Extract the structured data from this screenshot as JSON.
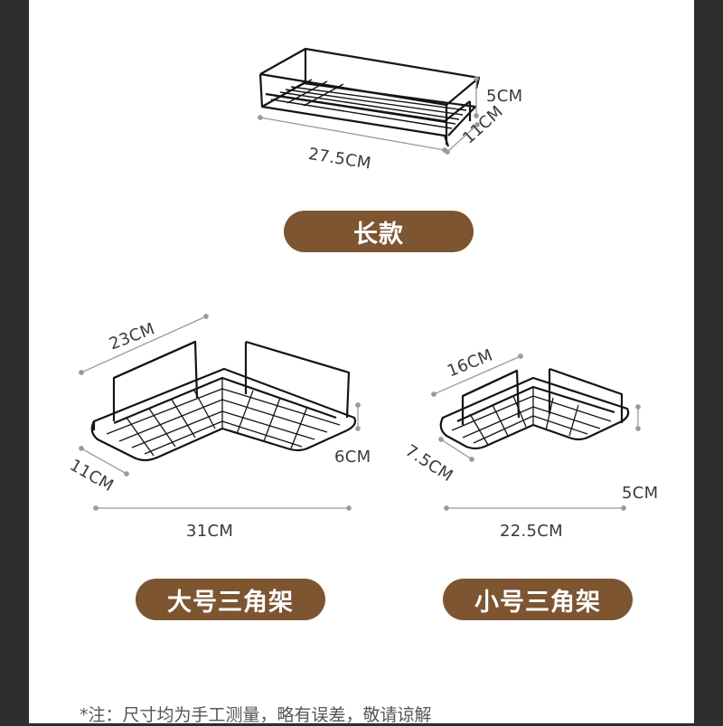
{
  "long_shelf": {
    "label": "长款",
    "dims": {
      "height": "5CM",
      "depth": "11CM",
      "width": "27.5CM"
    }
  },
  "large_corner": {
    "label": "大号三角架",
    "dims": {
      "side": "23CM",
      "depth": "11CM",
      "height": "6CM",
      "width": "31CM"
    }
  },
  "small_corner": {
    "label": "小号三角架",
    "dims": {
      "side": "16CM",
      "depth": "7.5CM",
      "height": "5CM",
      "width": "22.5CM"
    }
  },
  "footnote": "*注：尺寸均为手工测量，略有误差，敬请谅解",
  "colors": {
    "pill": "#7d5530",
    "frame": "#2e2e2e",
    "wire": "#111111"
  }
}
